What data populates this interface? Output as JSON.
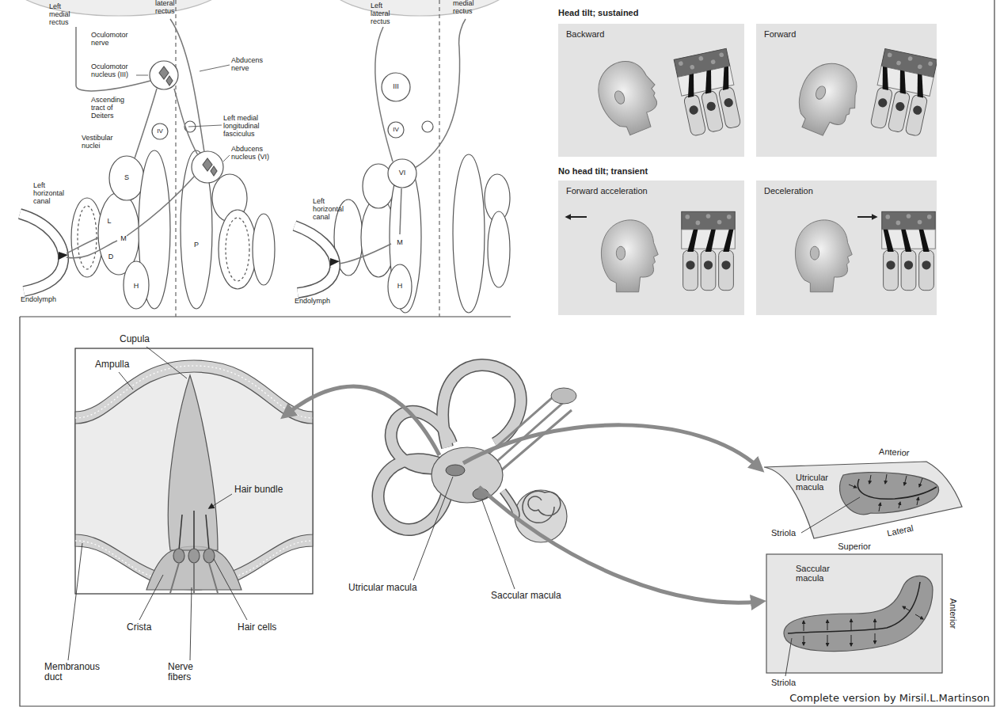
{
  "diagram": {
    "nodes": [
      {
        "text": [
          "Backward"
        ]
      },
      {
        "text": [
          "Forward"
        ]
      },
      {
        "text": [
          "Forward acceleration"
        ]
      },
      {
        "text": [
          "Deceleration"
        ]
      }
    ],
    "labels": [
      "Left medial rectus",
      "lateral rectus",
      "Oculomotor nerve",
      "Oculomotor nucleus (III)",
      "Ascending tract of Deiters",
      "Vestibular nuclei",
      "Left horizontal canal",
      "S",
      "L",
      "M",
      "D",
      "H",
      "P",
      "IV",
      "Abducens nerve",
      "Left medial longitudinal fasciculus",
      "Abducens nucleus (VI)",
      "Endolymph",
      "Left lateral rectus",
      "medial rectus",
      "III",
      "IV",
      "VI",
      "Left horizontal canal",
      "M",
      "H",
      "Endolymph",
      "Head tilt; sustained",
      "No head tilt; transient",
      "Cupula",
      "Ampulla",
      "Hair bundle",
      "Crista",
      "Hair cells",
      "Membranous duct",
      "Nerve fibers",
      "Utricular macula",
      "Saccular macula",
      "Anterior",
      "Utricular macula",
      "Striola",
      "Lateral",
      "Superior",
      "Saccular macula",
      "Anterior",
      "Striola",
      "Complete version by Mirsil.L.Martinson"
    ]
  }
}
